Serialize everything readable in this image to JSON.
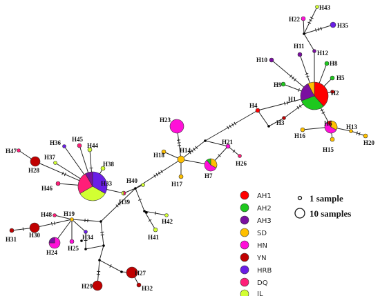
{
  "haplotype_network": {
    "haplotypes": [
      "H1",
      "H2",
      "H3",
      "H4",
      "H5",
      "H6",
      "H7",
      "H8",
      "H9",
      "H10",
      "H11",
      "H12",
      "H13",
      "H14",
      "H15",
      "H16",
      "H17",
      "H18",
      "H19",
      "H20",
      "H21",
      "H22",
      "H23",
      "H24",
      "H25",
      "H26",
      "H27",
      "H28",
      "H29",
      "H30",
      "H31",
      "H32",
      "H33",
      "H34",
      "H35",
      "H36",
      "H37",
      "H38",
      "H39",
      "H40",
      "H41",
      "H42",
      "H43",
      "H44",
      "H45",
      "H46",
      "H47",
      "H48"
    ]
  },
  "legend": {
    "populations": [
      {
        "label": "AH1",
        "color": "#ff0000"
      },
      {
        "label": "AH2",
        "color": "#1ec81e"
      },
      {
        "label": "AH3",
        "color": "#7a0fa0"
      },
      {
        "label": "SD",
        "color": "#ffc000"
      },
      {
        "label": "HN",
        "color": "#ff10d8"
      },
      {
        "label": "YN",
        "color": "#c00000"
      },
      {
        "label": "HRB",
        "color": "#6a1ee6"
      },
      {
        "label": "DQ",
        "color": "#ff1e78"
      },
      {
        "label": "JL",
        "color": "#d2ff32"
      }
    ],
    "size_scale": [
      {
        "label": "1 sample"
      },
      {
        "label": "10 samples"
      }
    ]
  }
}
